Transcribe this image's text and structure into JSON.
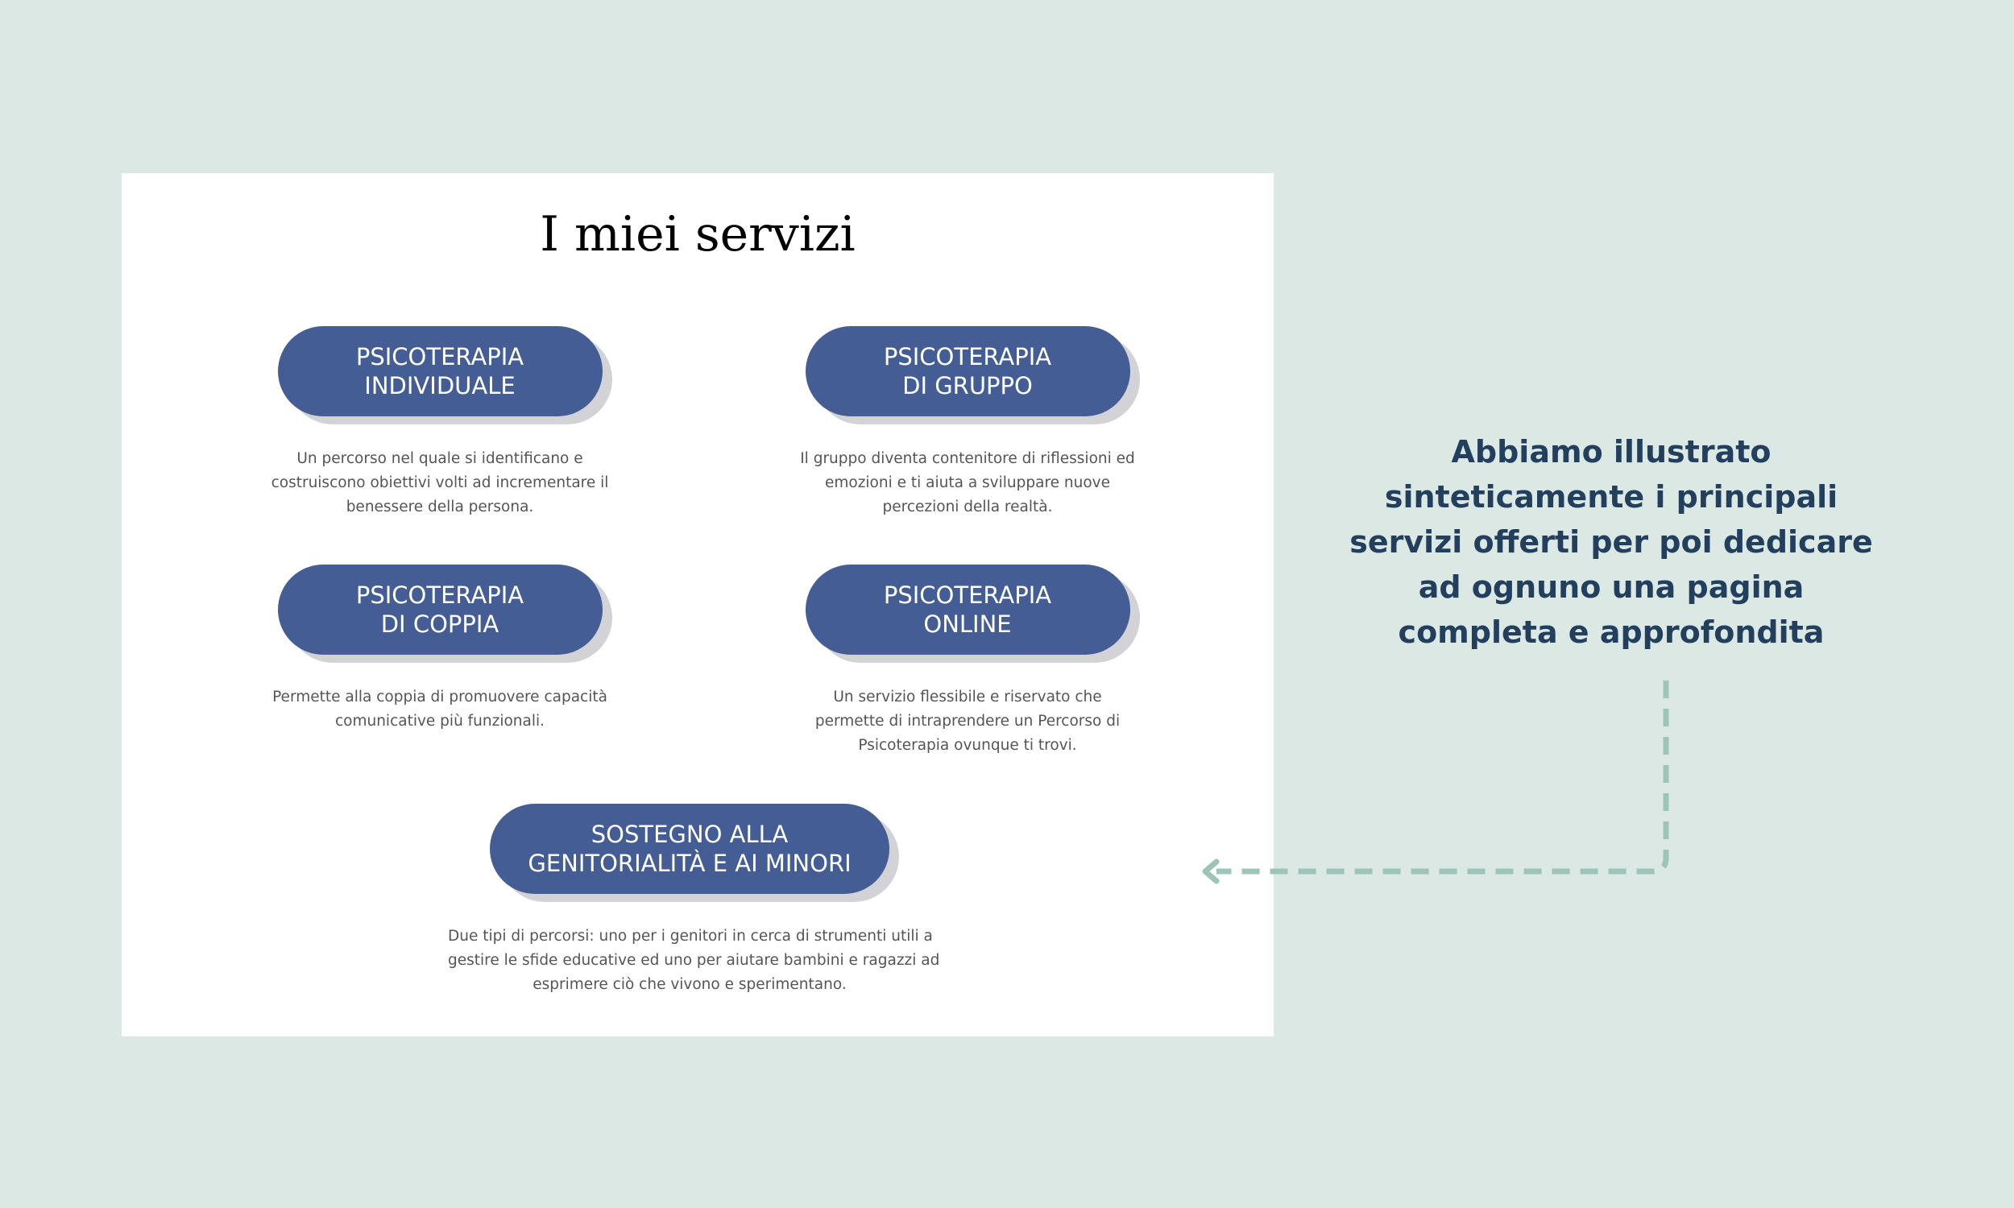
{
  "colors": {
    "background": "#dbe8e3",
    "card": "#ffffff",
    "pill": "#445d95",
    "pill_shadow": "#d3d3d7",
    "description_text": "#555555",
    "side_text": "#22405e",
    "connector": "#9cc4b8"
  },
  "page": {
    "title": "I miei servizi"
  },
  "services": [
    {
      "title_lines": [
        "PSICOTERAPIA",
        "INDIVIDUALE"
      ],
      "description_lines": [
        "Un percorso nel quale si identificano e",
        "costruiscono obiettivi volti ad incrementare il",
        "benessere della persona."
      ]
    },
    {
      "title_lines": [
        "PSICOTERAPIA",
        "DI GRUPPO"
      ],
      "description_lines": [
        "Il gruppo diventa contenitore di riflessioni ed",
        "emozioni e ti aiuta a sviluppare nuove",
        "percezioni della realtà."
      ]
    },
    {
      "title_lines": [
        "PSICOTERAPIA",
        "DI COPPIA"
      ],
      "description_lines": [
        "Permette alla coppia di promuovere capacità",
        "comunicative più funzionali."
      ]
    },
    {
      "title_lines": [
        "PSICOTERAPIA",
        "ONLINE"
      ],
      "description_lines": [
        "Un servizio flessibile e riservato che",
        "permette di intraprendere un Percorso di",
        "Psicoterapia ovunque ti trovi."
      ]
    },
    {
      "title_lines": [
        "SOSTEGNO ALLA",
        "GENITORIALITÀ E AI MINORI"
      ],
      "description_lines": [
        "Due tipi di percorsi: uno per i genitori in cerca di strumenti utili a",
        "gestire le sfide educative ed uno per aiutare bambini e ragazzi ad",
        "esprimere ciò che vivono e sperimentano."
      ]
    }
  ],
  "annotation": {
    "lines": [
      "Abbiamo illustrato",
      "sinteticamente i principali",
      "servizi offerti per poi dedicare",
      "ad ognuno una pagina",
      "completa e approfondita"
    ],
    "arrow_icon": "dashed-arrow-left-icon"
  }
}
